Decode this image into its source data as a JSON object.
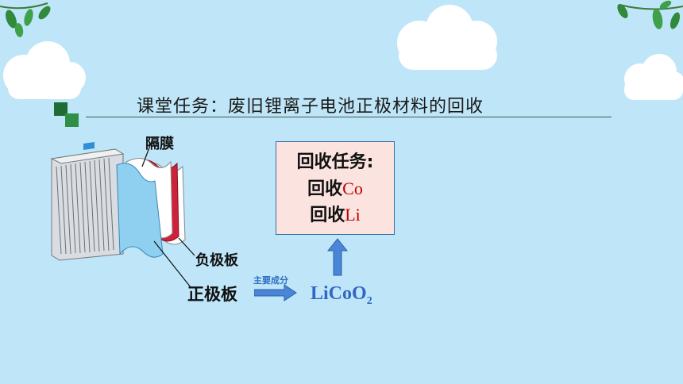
{
  "slide": {
    "title": "课堂任务：废旧锂离子电池正极材料的回收"
  },
  "diagram": {
    "label_separator": "隔膜",
    "label_negative": "负极板",
    "label_positive": "正极板",
    "arrow_label": "主要成分",
    "formula_main": "LiCoO",
    "formula_sub": "2"
  },
  "task_box": {
    "heading": "回收任务:",
    "line1_prefix": "回收",
    "line1_element": "Co",
    "line2_prefix": "回收",
    "line2_element": "Li"
  },
  "colors": {
    "background": "#bfe6f8",
    "accent_green": "#1e6b34",
    "formula_blue": "#3266c2",
    "element_red": "#c00000",
    "task_box_fill": "#fbe3df"
  }
}
